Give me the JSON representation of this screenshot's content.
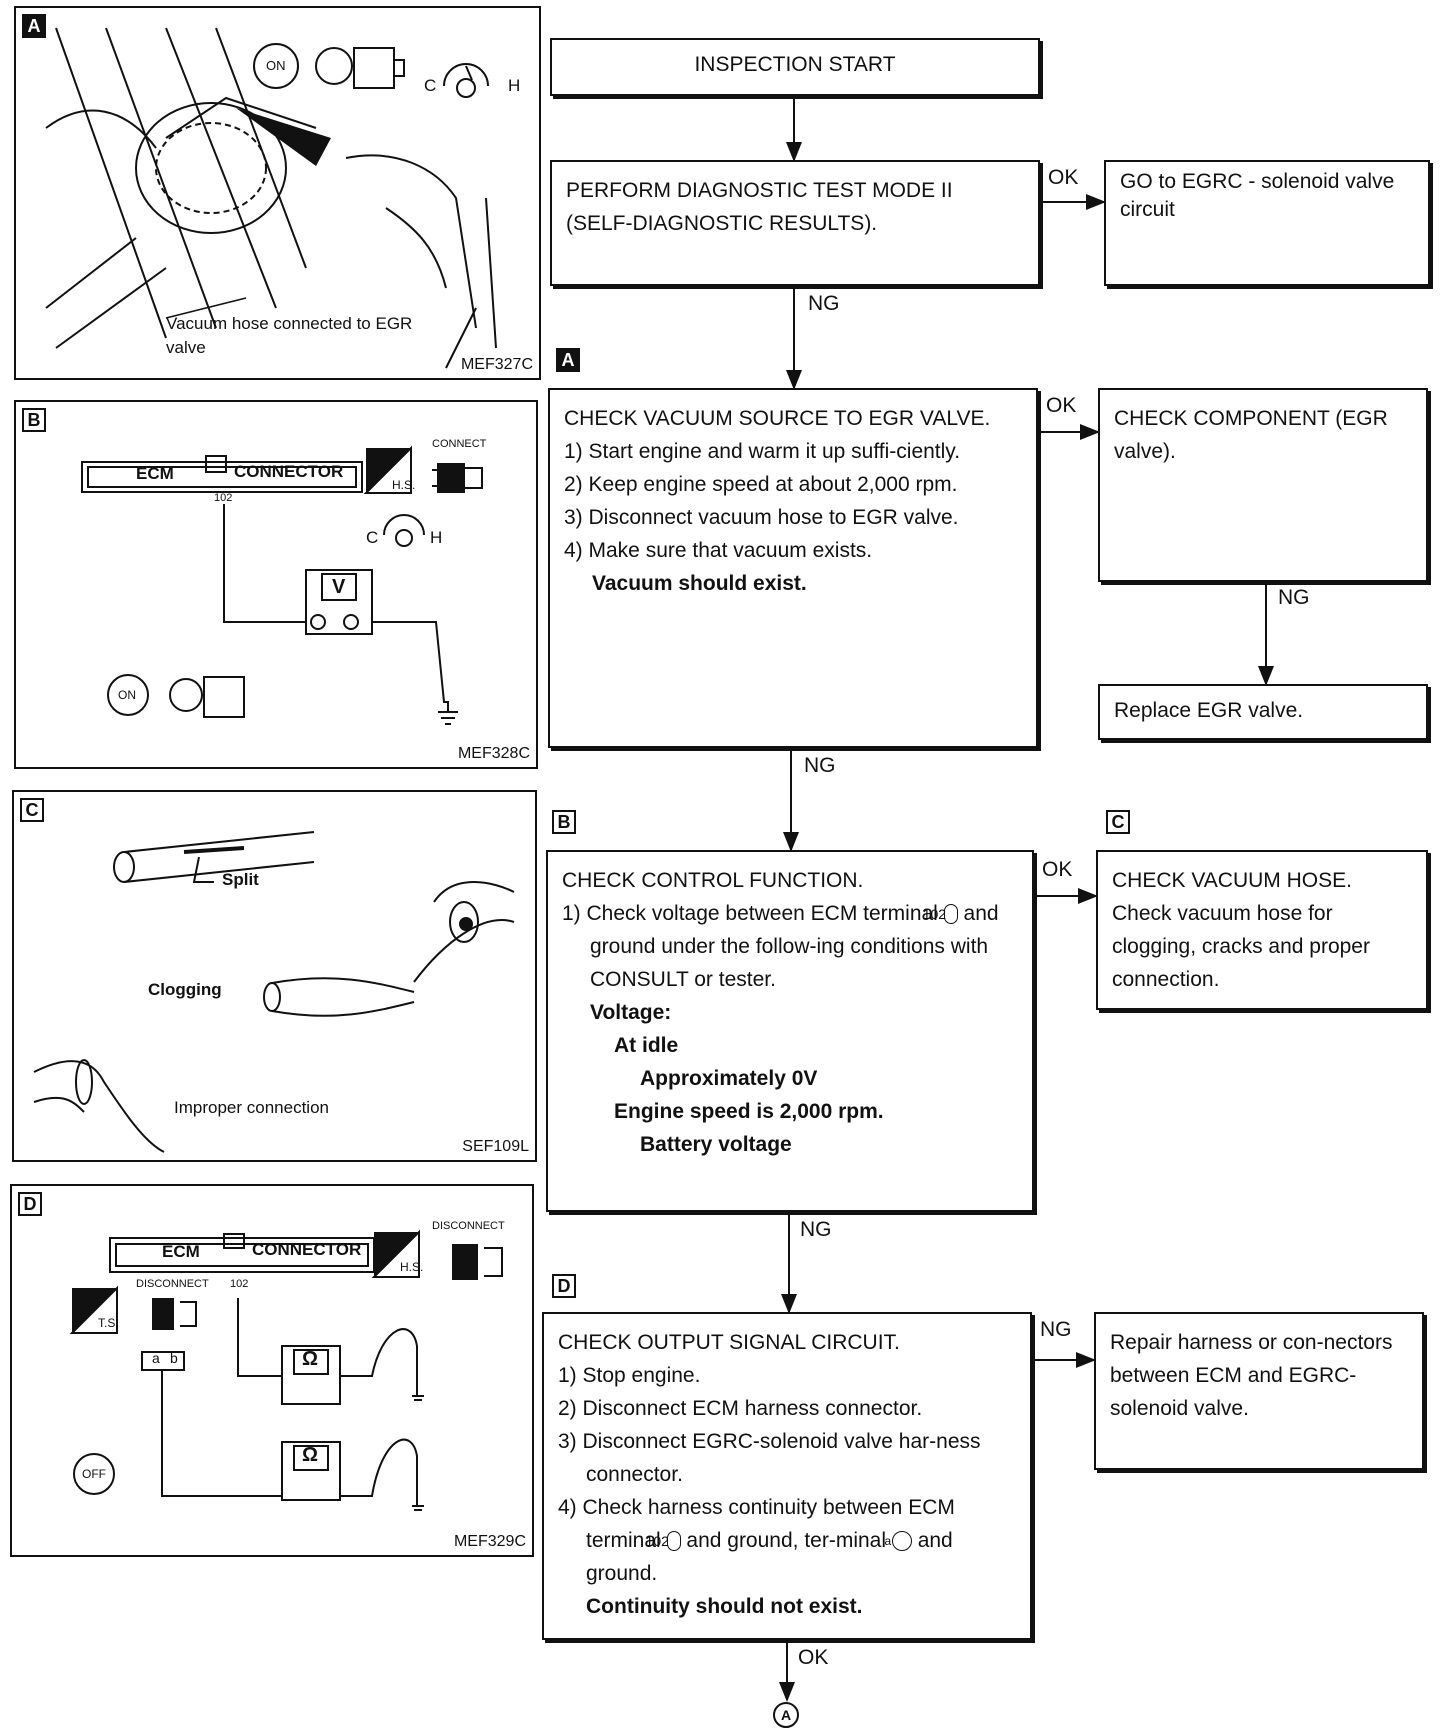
{
  "panels": {
    "a": {
      "tag": "A",
      "caption": "Vacuum hose connected to EGR valve",
      "c": "C",
      "h": "H",
      "fig": "MEF327C",
      "key_text": "ON"
    },
    "b": {
      "tag": "B",
      "ecm": "ECM",
      "connector": "CONNECTOR",
      "terminal": "102",
      "connect": "CONNECT",
      "hs": "H.S.",
      "c": "C",
      "h": "H",
      "meter": "V",
      "fig": "MEF328C",
      "key_text": "ON"
    },
    "c": {
      "tag": "C",
      "split": "Split",
      "clogging": "Clogging",
      "improper": "Improper connection",
      "fig": "SEF109L"
    },
    "d": {
      "tag": "D",
      "ecm": "ECM",
      "connector": "CONNECTOR",
      "disconnect_top": "DISCONNECT",
      "hs": "H.S.",
      "ts": "T.S.",
      "disconnect_left": "DISCONNECT",
      "terminal": "102",
      "term_a": "a",
      "term_b": "b",
      "meter1": "Ω",
      "meter2": "Ω",
      "key_text": "OFF",
      "fig": "MEF329C"
    }
  },
  "flow": {
    "start": "INSPECTION START",
    "step1": "PERFORM DIAGNOSTIC TEST MODE II (SELF-DIAGNOSTIC RESULTS).",
    "step1_ok": "GO to EGRC - solenoid valve circuit",
    "tag_a": "A",
    "step2": {
      "title": "CHECK VACUUM SOURCE TO EGR VALVE.",
      "items": [
        "1) Start engine and warm it up suffi-ciently.",
        "2) Keep engine speed at about 2,000 rpm.",
        "3) Disconnect vacuum hose to EGR valve.",
        "4) Make sure that vacuum exists."
      ],
      "result": "Vacuum should exist."
    },
    "step2_ok": "CHECK COMPONENT (EGR valve).",
    "step2_ok_ng": "Replace EGR valve.",
    "tag_b": "B",
    "tag_c": "C",
    "step3": {
      "title": "CHECK CONTROL FUNCTION.",
      "item_pre": "1) Check voltage between ECM terminal",
      "terminal": "102",
      "item_post": "and ground under the follow-ing conditions with CONSULT or tester.",
      "voltage": "Voltage:",
      "idle": "At idle",
      "idle_v": "Approximately 0V",
      "speed": "Engine speed is 2,000 rpm.",
      "speed_v": "Battery voltage"
    },
    "step3_ok": {
      "title": "CHECK VACUUM HOSE.",
      "text": "Check vacuum hose for clogging, cracks and proper connection."
    },
    "tag_d": "D",
    "step4": {
      "title": "CHECK OUTPUT SIGNAL CIRCUIT.",
      "items": [
        "1) Stop engine.",
        "2) Disconnect ECM harness connector.",
        "3) Disconnect EGRC-solenoid valve har-ness connector."
      ],
      "item4_pre": "4) Check harness continuity between ECM terminal",
      "terminal": "102",
      "item4_mid": "and ground, ter-minal",
      "terminal2": "a",
      "item4_post": "and ground.",
      "result": "Continuity should not exist."
    },
    "step4_ng": "Repair harness or con-nectors between ECM and EGRC-solenoid valve.",
    "labels": {
      "ok": "OK",
      "ng": "NG"
    },
    "end": "A"
  }
}
